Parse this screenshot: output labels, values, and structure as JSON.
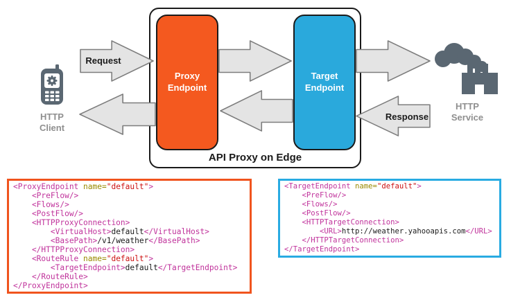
{
  "diagram": {
    "container_label": "API Proxy on Edge",
    "proxy_endpoint": {
      "label": "Proxy Endpoint"
    },
    "target_endpoint": {
      "label": "Target Endpoint"
    },
    "request_label": "Request",
    "response_label": "Response",
    "http_client_label": "HTTP Client",
    "http_service_label": "HTTP Service"
  },
  "colors": {
    "proxy_fill": "#F4591F",
    "target_fill": "#2AA9DC",
    "box_border": "#1A1A1A",
    "arrow_fill": "#E4E4E4",
    "arrow_stroke": "#7D7D7D",
    "icon_slate": "#5A6772",
    "node_label_gray": "#8F8F8F",
    "code_tag": "#C0329B",
    "code_attr": "#998A00",
    "code_value": "#CC1111",
    "code_text": "#1A1A1A"
  },
  "code_blocks": [
    {
      "name": "proxy-endpoint-xml",
      "border_color": "#F0541E",
      "lines": [
        [
          {
            "t": "tag",
            "s": "<ProxyEndpoint"
          },
          {
            "t": "attr",
            "s": " name="
          },
          {
            "t": "val",
            "s": "\"default\""
          },
          {
            "t": "tag",
            "s": ">"
          }
        ],
        [
          {
            "t": "tag",
            "s": "    <PreFlow/>"
          }
        ],
        [
          {
            "t": "tag",
            "s": "    <Flows/>"
          }
        ],
        [
          {
            "t": "tag",
            "s": "    <PostFlow/>"
          }
        ],
        [
          {
            "t": "tag",
            "s": "    <HTTPProxyConnection>"
          }
        ],
        [
          {
            "t": "tag",
            "s": "        <VirtualHost>"
          },
          {
            "t": "txt",
            "s": "default"
          },
          {
            "t": "tag",
            "s": "</VirtualHost>"
          }
        ],
        [
          {
            "t": "tag",
            "s": "        <BasePath>"
          },
          {
            "t": "txt",
            "s": "/v1/weather"
          },
          {
            "t": "tag",
            "s": "</BasePath>"
          }
        ],
        [
          {
            "t": "tag",
            "s": "    </HTTPProxyConnection>"
          }
        ],
        [
          {
            "t": "tag",
            "s": "    <RouteRule"
          },
          {
            "t": "attr",
            "s": " name="
          },
          {
            "t": "val",
            "s": "\"default\""
          },
          {
            "t": "tag",
            "s": ">"
          }
        ],
        [
          {
            "t": "tag",
            "s": "        <TargetEndpoint>"
          },
          {
            "t": "txt",
            "s": "default"
          },
          {
            "t": "tag",
            "s": "</TargetEndpoint>"
          }
        ],
        [
          {
            "t": "tag",
            "s": "    </RouteRule>"
          }
        ],
        [
          {
            "t": "tag",
            "s": "</ProxyEndpoint>"
          }
        ]
      ]
    },
    {
      "name": "target-endpoint-xml",
      "border_color": "#29ABE2",
      "lines": [
        [
          {
            "t": "tag",
            "s": "<TargetEndpoint"
          },
          {
            "t": "attr",
            "s": " name="
          },
          {
            "t": "val",
            "s": "\"default\""
          },
          {
            "t": "tag",
            "s": ">"
          }
        ],
        [
          {
            "t": "tag",
            "s": "    <PreFlow/>"
          }
        ],
        [
          {
            "t": "tag",
            "s": "    <Flows/>"
          }
        ],
        [
          {
            "t": "tag",
            "s": "    <PostFlow/>"
          }
        ],
        [
          {
            "t": "tag",
            "s": "    <HTTPTargetConnection>"
          }
        ],
        [
          {
            "t": "tag",
            "s": "        <URL>"
          },
          {
            "t": "txt",
            "s": "http://weather.yahooapis.com"
          },
          {
            "t": "tag",
            "s": "</URL>"
          }
        ],
        [
          {
            "t": "tag",
            "s": "    </HTTPTargetConnection>"
          }
        ],
        [
          {
            "t": "tag",
            "s": "</TargetEndpoint>"
          }
        ]
      ]
    }
  ]
}
